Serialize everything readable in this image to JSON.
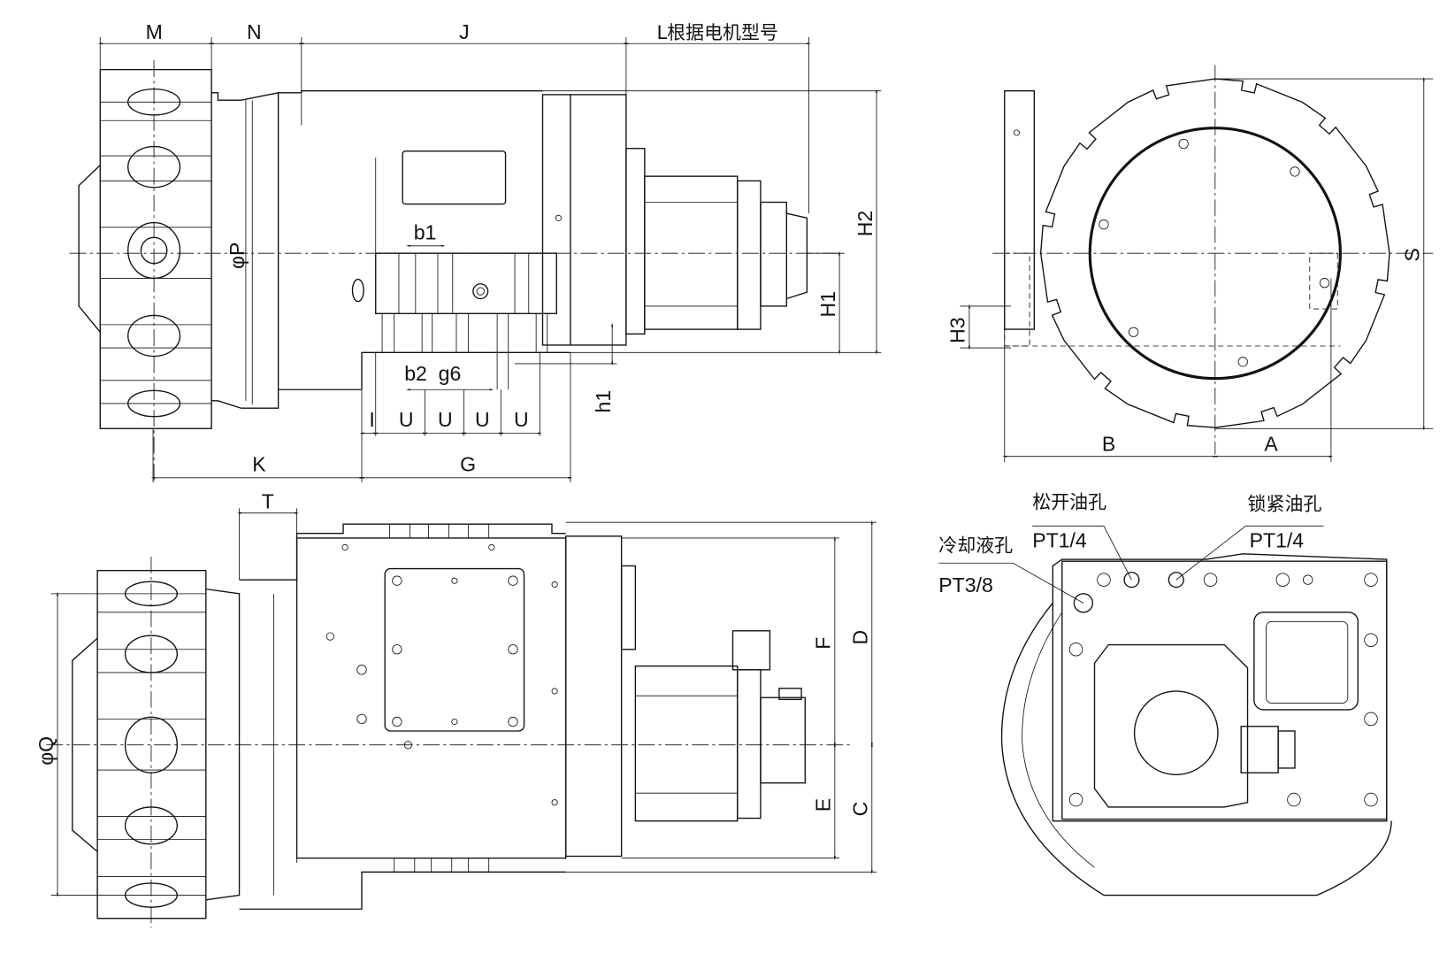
{
  "top_view": {
    "dims": {
      "M": "M",
      "N": "N",
      "J": "J",
      "L": "L根据电机型号",
      "H1": "H1",
      "H2": "H2",
      "h1": "h1",
      "b1": "b1",
      "b2g6": "b2  g6",
      "I": "I",
      "U": "U",
      "K": "K",
      "G": "G",
      "phiP": "φP"
    }
  },
  "end_view": {
    "dims": {
      "S": "S",
      "B": "B",
      "A": "A",
      "H3": "H3"
    }
  },
  "front_view": {
    "dims": {
      "T": "T",
      "phiQ": "φQ",
      "D": "D",
      "F": "F",
      "C": "C",
      "E": "E"
    }
  },
  "rear_view": {
    "ports": [
      {
        "name": "松开油孔",
        "thread": "PT1/4"
      },
      {
        "name": "锁紧油孔",
        "thread": "PT1/4"
      },
      {
        "name": "冷却液孔",
        "thread": "PT3/8"
      }
    ]
  }
}
